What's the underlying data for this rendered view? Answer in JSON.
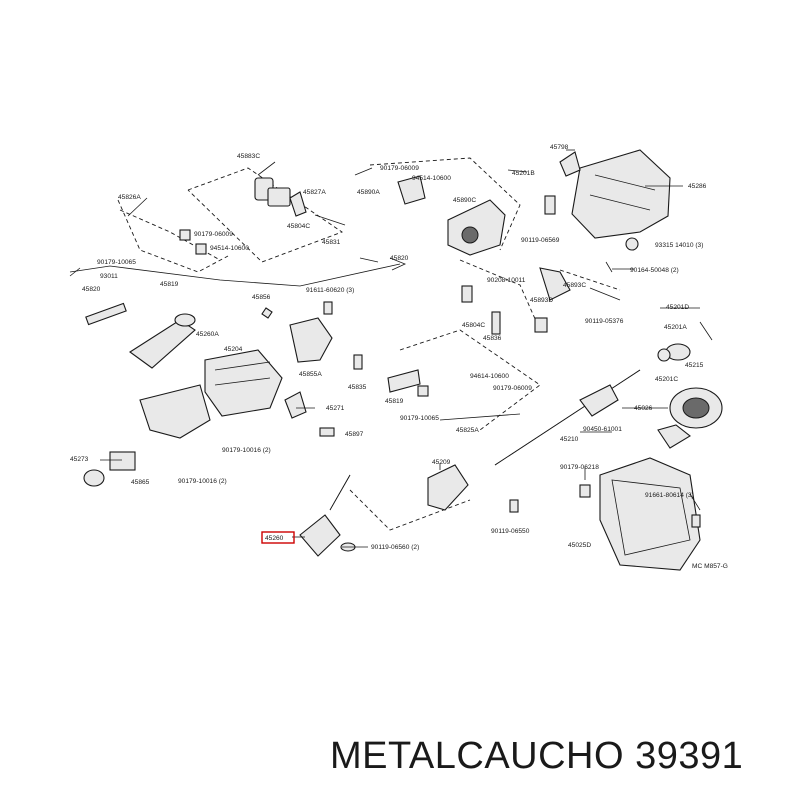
{
  "labels": [
    "45883C",
    "90179-06009",
    "94514-10600",
    "45201B",
    "45798",
    "45286",
    "45826A",
    "45827A",
    "45890A",
    "45890C",
    "45804C",
    "45831",
    "90179-06009",
    "94514-10600",
    "90119-06569",
    "93315 14010 (3)",
    "90179-10065",
    "45819",
    "45820",
    "90164-50048 (2)",
    "93011",
    "45820",
    "45856",
    "91611-60620 (3)",
    "90208-10011",
    "45893C",
    "45893D",
    "45804C",
    "45836",
    "90119-05376",
    "45201D",
    "45260A",
    "45204",
    "45855A",
    "45201A",
    "45215",
    "45835",
    "94614-10600",
    "45201C",
    "45819",
    "90179-06009",
    "45271",
    "45026",
    "90179-10065",
    "45897",
    "45825A",
    "45210",
    "90450-61001",
    "90179-10016 (2)",
    "45273",
    "45865",
    "90179-10016 (2)",
    "45209",
    "90179-06218",
    "91661-80614 (3)",
    "90119-06550",
    "45025D",
    "45260",
    "90119-06560 (2)",
    "MC M857-G"
  ],
  "caption": "METALCAUCHO 39391"
}
